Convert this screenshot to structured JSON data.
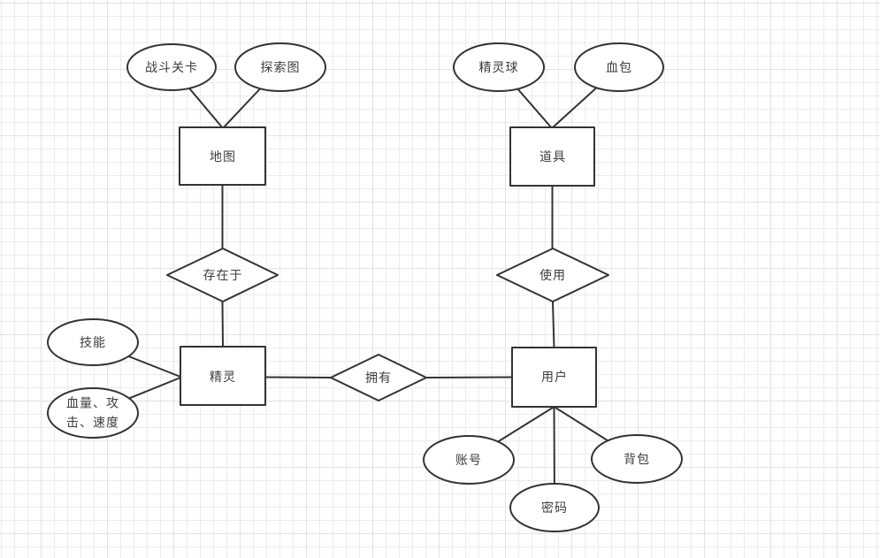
{
  "colors": {
    "background": "#ffffff",
    "grid_minor": "#ececec",
    "grid_major": "#e2e2e2",
    "stroke": "#333333",
    "shape_fill": "#ffffff",
    "text": "#3d3d3d"
  },
  "diagram": {
    "entities": {
      "map": "地图",
      "item": "道具",
      "sprite": "精灵",
      "user": "用户"
    },
    "relationships": {
      "exists_in": "存在于",
      "owns": "拥有",
      "uses": "使用"
    },
    "attributes": {
      "battle_level": "战斗关卡",
      "explore_map": "探索图",
      "pokeball": "精灵球",
      "health_pack": "血包",
      "skill": "技能",
      "stats": "血量、攻击、速度",
      "account": "账号",
      "password": "密码",
      "backpack": "背包"
    }
  }
}
